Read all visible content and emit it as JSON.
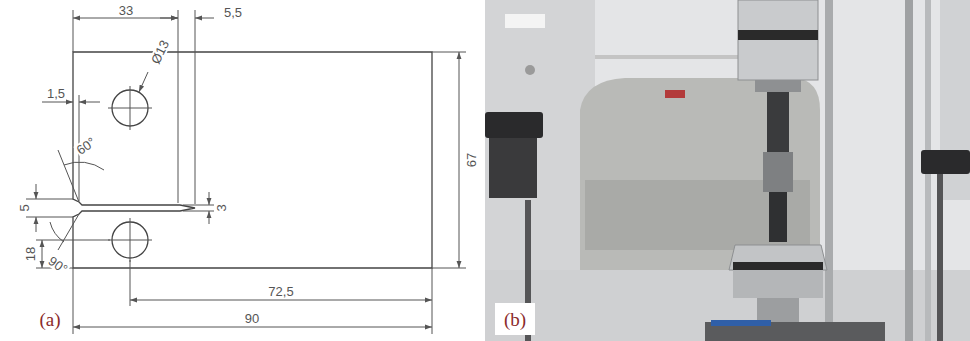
{
  "diagram": {
    "labels": [
      "33",
      "5,5",
      "1,5",
      "Ø13",
      "60°",
      "5",
      "3",
      "67",
      "90°",
      "18",
      "72,5",
      "90",
      "(a)",
      "(b)"
    ]
  }
}
